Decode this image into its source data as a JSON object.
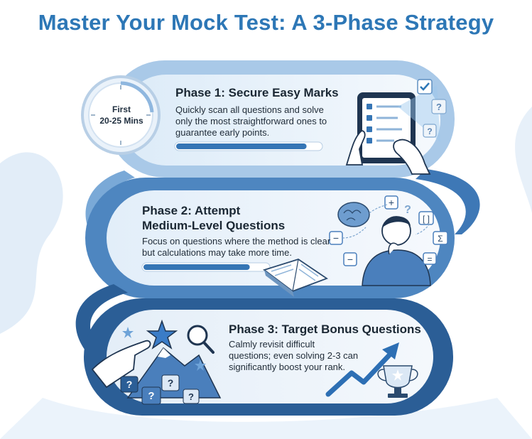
{
  "title": "Master Your Mock Test: A 3-Phase Strategy",
  "phase1": {
    "timer_line1": "First",
    "timer_line2": "20-25 Mins",
    "heading": "Phase 1: Secure Easy Marks",
    "desc_line1": "Quickly scan all questions and solve",
    "desc_line2": "only the most straightforward ones to",
    "desc_line3": "guarantee early points.",
    "progress": 0.9
  },
  "phase2": {
    "heading_line1": "Phase 2: Attempt",
    "heading_line2": "Medium-Level Questions",
    "desc_line1": "Focus on questions where the method is clear",
    "desc_line2": "but calculations may take more time.",
    "progress": 0.85
  },
  "phase3": {
    "heading": "Phase 3: Target Bonus Questions",
    "desc_line1": "Calmly revisit difficult",
    "desc_line2": "questions; even solving 2-3 can",
    "desc_line3": "significantly boost your rank."
  },
  "colors": {
    "title": "#2d77b6",
    "dark_band": "#2b5e96",
    "mid_band": "#4e86c0",
    "light_band": "#9fc3e6",
    "bar_fill": "#3575b5"
  },
  "icons": [
    "stopwatch-icon",
    "tablet-checklist-icon",
    "hand-icon",
    "brain-icon",
    "thinking-person-icon",
    "math-symbol-icon",
    "notebook-icon",
    "star-icon",
    "magnifier-icon",
    "mountain-icon",
    "question-box-icon",
    "growth-arrow-icon",
    "trophy-icon"
  ]
}
